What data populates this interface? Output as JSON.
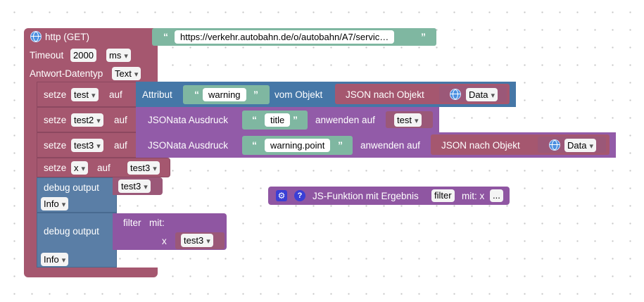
{
  "http_block": {
    "title": "http (GET)",
    "url": "https://verkehr.autobahn.de/o/autobahn/A7/servic…",
    "timeout_label": "Timeout",
    "timeout_value": "2000",
    "timeout_unit": "ms",
    "response_label": "Antwort-Datentyp",
    "response_type": "Text"
  },
  "quote_open": "“",
  "quote_close": "”",
  "set_test": {
    "keyword": "setze",
    "var": "test",
    "to": "auf",
    "attr_label": "Attribut",
    "attr_name": "warning",
    "from_label": "vom Objekt",
    "json_label": "JSON nach Objekt",
    "data_label": "Data"
  },
  "set_test2": {
    "keyword": "setze",
    "var": "test2",
    "to": "auf",
    "expr_label": "JSONata Ausdruck",
    "expr": "title",
    "apply_label": "anwenden auf",
    "target": "test"
  },
  "set_test3": {
    "keyword": "setze",
    "var": "test3",
    "to": "auf",
    "expr_label": "JSONata Ausdruck",
    "expr": "warning.point",
    "apply_label": "anwenden auf",
    "json_label": "JSON nach Objekt",
    "data_label": "Data"
  },
  "set_x": {
    "keyword": "setze",
    "var": "x",
    "to": "auf",
    "value": "test3"
  },
  "debug1": {
    "label": "debug output",
    "value": "test3",
    "level": "Info"
  },
  "debug2": {
    "label": "debug output",
    "filter_label": "filter",
    "with_label": "mit:",
    "param": "x",
    "value": "test3",
    "level": "Info"
  },
  "js_function": {
    "label": "JS-Funktion mit Ergebnis",
    "name": "filter",
    "with_label": "mit: x",
    "more": "..."
  }
}
